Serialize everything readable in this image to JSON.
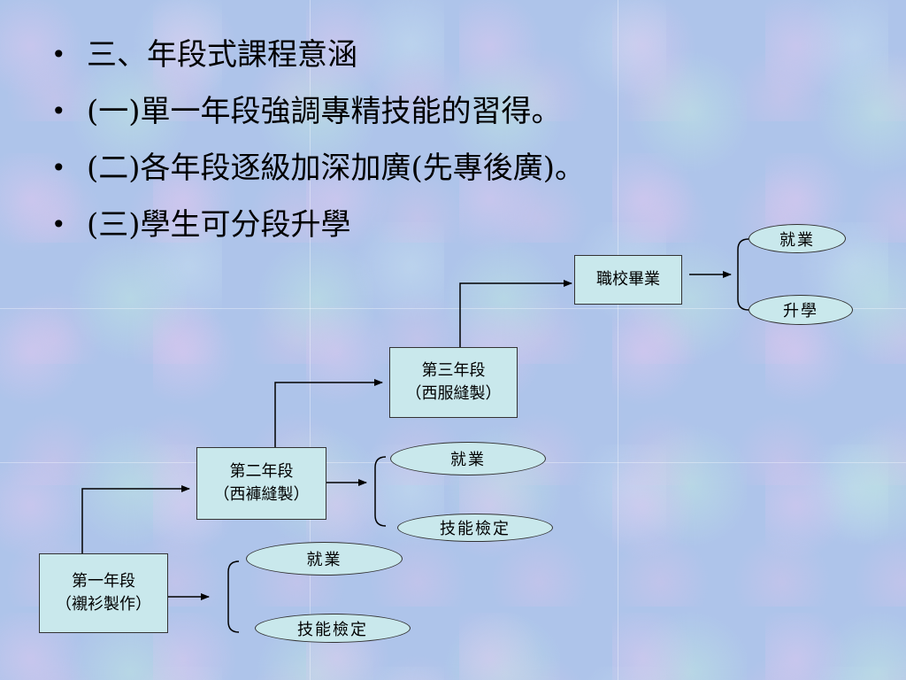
{
  "bullets": [
    "三、年段式課程意涵",
    "(一)單一年段強調專精技能的習得。",
    "(二)各年段逐級加深加廣(先專後廣)。",
    "(三)學生可分段升學"
  ],
  "stage1": {
    "line1": "第一年段",
    "line2": "（襯衫製作）"
  },
  "stage2": {
    "line1": "第二年段",
    "line2": "（西褲縫製）"
  },
  "stage3": {
    "line1": "第三年段",
    "line2": "（西服縫製）"
  },
  "graduation": "職校畢業",
  "outcomes1": {
    "employment": "就業",
    "certification": "技能檢定"
  },
  "outcomes2": {
    "employment": "就業",
    "certification": "技能檢定"
  },
  "outcomes3": {
    "employment": "就業",
    "further_study": "升學"
  }
}
